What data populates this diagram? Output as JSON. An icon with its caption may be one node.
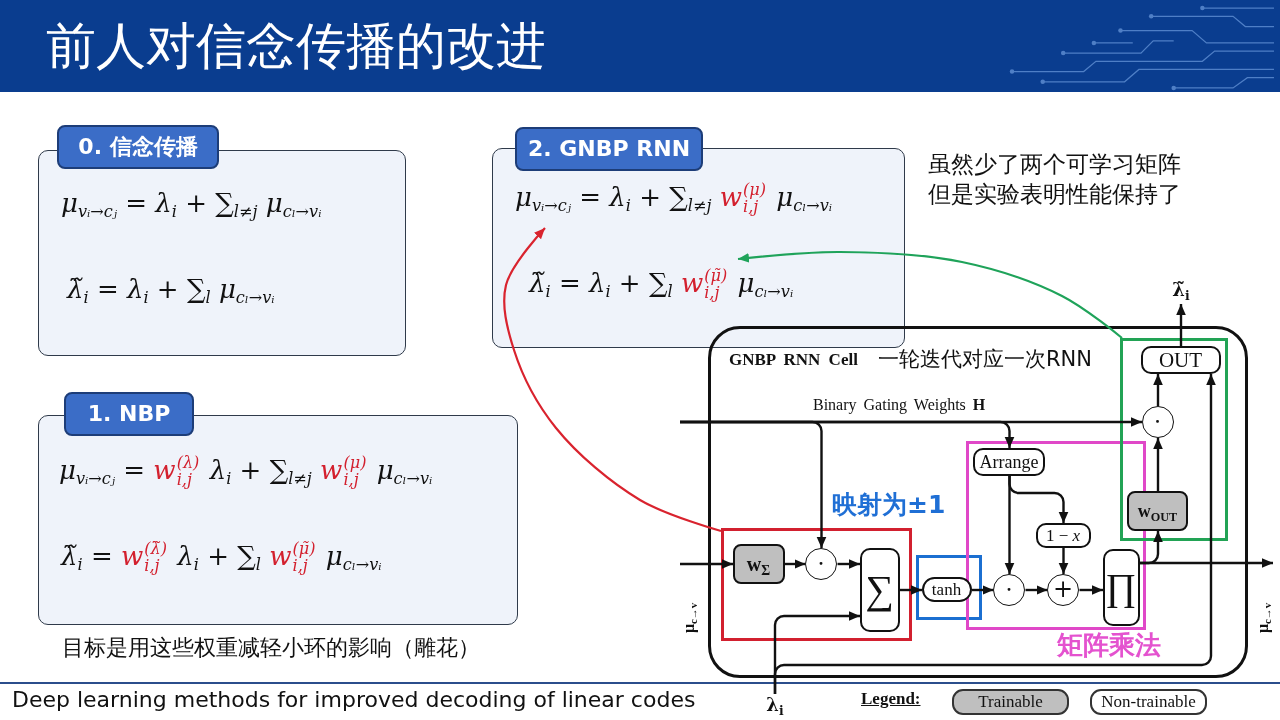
{
  "diagram": {
    "title": "前人对信念传播的改进",
    "caption": "Deep learning methods for improved decoding of linear codes",
    "nodes": [
      {
        "text": [
          "0. 信念传播",
          "μ$_{vᵢ→cⱼ}$ = λ$_{i}$ + ∑$_{l≠j}$ μ$_{cₗ→vᵢ}$",
          "λ̃$_{i}$ = λ$_{i}$ + ∑$_{l}$ μ$_{cₗ→vᵢ}$"
        ]
      },
      {
        "text": [
          "1. NBP",
          "μ$_{vᵢ→cⱼ}$ = *w*$^{(λ)}$$_{i,j}$ λ$_{i}$ + ∑$_{l≠j}$ *w*$^{(μ)}$$_{i,j}$ μ$_{cₗ→vᵢ}$",
          "λ̃$_{i}$ = *w*$^{(λ̃)}$$_{i,j}$ λ$_{i}$ + ∑$_{l}$ *w*$^{(μ̃)}$$_{i,j}$ μ$_{cₗ→vᵢ}$"
        ],
        "beside": [
          "目标是用这些权重减轻小环的影响（雕花）"
        ]
      },
      {
        "text": [
          "2. GNBP RNN",
          "μ$_{vᵢ→cⱼ}$ = λ$_{i}$ + ∑$_{l≠j}$ *w*$^{(μ)}$$_{i,j}$ μ$_{cₗ→vᵢ}$",
          "λ̃$_{i}$ = λ$_{i}$ + ∑$_{l}$ *w*$^{(μ̃)}$$_{i,j}$ μ$_{cₗ→vᵢ}$"
        ],
        "beside": [
          "虽然少了两个可学习矩阵但是实验表明性能保持了"
        ]
      },
      {
        "text": [
          "GNBP RNN Cell"
        ],
        "beside": [
          "一轮迭代对应一次RNN"
        ]
      },
      {
        "text": [],
        "shape": "box",
        "in": 3
      },
      {
        "text": [
          "w$_{Σ}$"
        ],
        "in": 4
      },
      {
        "text": [
          "⋅"
        ],
        "in": 4
      },
      {
        "text": [
          "∑"
        ],
        "in": 4
      },
      {
        "text": [],
        "shape": "box",
        "in": 3,
        "beside": [
          "映射为±1"
        ]
      },
      {
        "text": [
          "tanh"
        ],
        "in": 8
      },
      {
        "text": [],
        "shape": "box",
        "in": 3,
        "beside": [
          "矩阵乘法"
        ]
      },
      {
        "text": [
          "Arrange"
        ],
        "in": 10
      },
      {
        "text": [
          "1 − *x*"
        ],
        "in": 10
      },
      {
        "text": [
          "⋅"
        ],
        "in": 10
      },
      {
        "text": [
          "+"
        ],
        "in": 10
      },
      {
        "text": [
          "∏"
        ],
        "in": 10
      },
      {
        "text": [],
        "shape": "box",
        "in": 3
      },
      {
        "text": [
          "⋅"
        ],
        "in": 16
      },
      {
        "text": [
          "OUT"
        ],
        "in": 16
      },
      {
        "text": [
          "w$_{OUT}$"
        ],
        "in": 16
      },
      {
        "text": [
          "λ̃$_{i}$"
        ]
      },
      {
        "text": [
          "λ$_{i}$"
        ]
      }
    ],
    "edges": [
      {
        "from": null,
        "to": 5,
        "arrow": "to"
      },
      {
        "from": 5,
        "to": 6,
        "arrow": "to"
      },
      {
        "from": null,
        "to": 6,
        "arrow": "to"
      },
      {
        "from": 6,
        "to": 7,
        "arrow": "to"
      },
      {
        "from": 21,
        "to": 7,
        "arrow": "to"
      },
      {
        "from": 7,
        "to": 9,
        "arrow": "to"
      },
      {
        "from": 9,
        "to": 13,
        "arrow": "to"
      },
      {
        "from": null,
        "to": 11,
        "arrow": "to"
      },
      {
        "from": 11,
        "to": 13,
        "arrow": "to"
      },
      {
        "from": 11,
        "to": 12,
        "arrow": "to"
      },
      {
        "from": 13,
        "to": 14,
        "arrow": "to"
      },
      {
        "from": 12,
        "to": 14,
        "arrow": "to"
      },
      {
        "from": 14,
        "to": 15,
        "arrow": "to"
      },
      {
        "from": 15,
        "to": null,
        "arrow": "to"
      },
      {
        "from": 15,
        "to": 19,
        "arrow": "to"
      },
      {
        "from": 19,
        "to": 17,
        "arrow": "to"
      },
      {
        "from": null,
        "to": 17,
        "arrow": "to",
        "label": "Binary Gating Weights **H**"
      },
      {
        "from": 17,
        "to": 18,
        "arrow": "to"
      },
      {
        "from": 21,
        "to": 18,
        "arrow": "to"
      },
      {
        "from": 18,
        "to": 20,
        "arrow": "to"
      },
      {
        "from": 4,
        "to": 2,
        "arrow": "to",
        "color": "#d9232e"
      },
      {
        "from": 16,
        "to": 2,
        "arrow": "to",
        "color": "#1fa35a"
      }
    ],
    "labels": [
      "μ$_{c→v}$",
      "μ$_{c→v}$",
      "Legend:"
    ],
    "legend": [
      {
        "text": "Trainable",
        "color": "#bfbfbf"
      },
      {
        "text": "Non-trainable",
        "color": "#ffffff"
      }
    ]
  }
}
